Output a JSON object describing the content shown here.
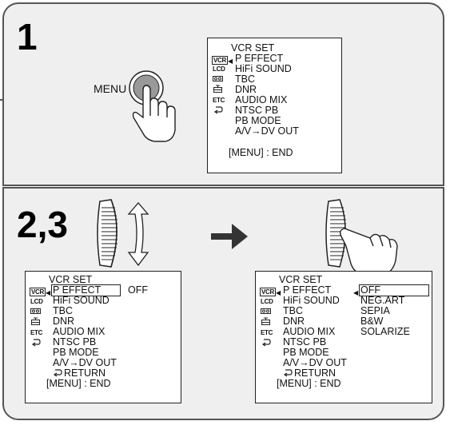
{
  "step1": {
    "number": "1",
    "button_label": "MENU"
  },
  "step23": {
    "number": "2,3"
  },
  "menu": {
    "title": "VCR SET",
    "items": [
      "P EFFECT",
      "HiFi SOUND",
      "TBC",
      "DNR",
      "AUDIO MIX",
      "NTSC PB",
      "PB MODE",
      "A/V→DV OUT"
    ],
    "return_item": "RETURN",
    "end_hint": "[MENU] : END",
    "icons": [
      "VCR",
      "LCD",
      "camera-tab-icon",
      "memory-tab-icon",
      "ETC",
      "return-arrow-icon"
    ],
    "icon_labels": {
      "vcr": "VCR",
      "lcd": "LCD",
      "etc": "ETC"
    }
  },
  "menu2": {
    "current_value": "OFF"
  },
  "menu3": {
    "options": [
      "OFF",
      "NEG.ART",
      "SEPIA",
      "B&W",
      "SOLARIZE"
    ],
    "selected": "OFF"
  },
  "colors": {
    "panel_bg": "#efefef",
    "border": "#555555"
  }
}
